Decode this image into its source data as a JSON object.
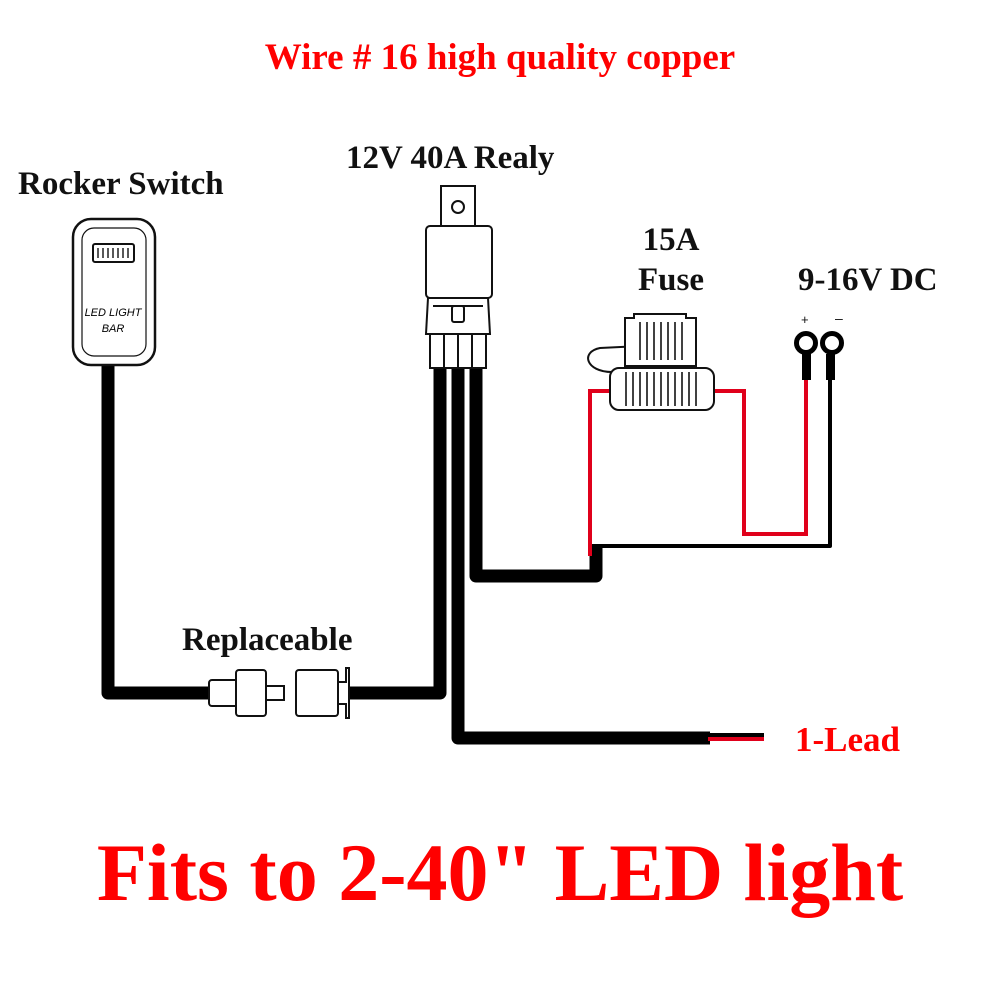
{
  "title": "Wire # 16 high quality copper",
  "labels": {
    "rocker_switch": "Rocker Switch",
    "relay": "12V 40A Realy",
    "fuse_rating": "15A",
    "fuse": "Fuse",
    "dc_supply": "9-16V DC",
    "plus": "+",
    "minus": "–",
    "replaceable": "Replaceable",
    "lead": "1-Lead",
    "switch_face_line1": "LED LIGHT",
    "switch_face_line2": "BAR"
  },
  "footer": "Fits to 2-40\" LED light",
  "colors": {
    "accent_text": "#ff0000",
    "wire_black": "#000000",
    "wire_red": "#e0001b"
  }
}
